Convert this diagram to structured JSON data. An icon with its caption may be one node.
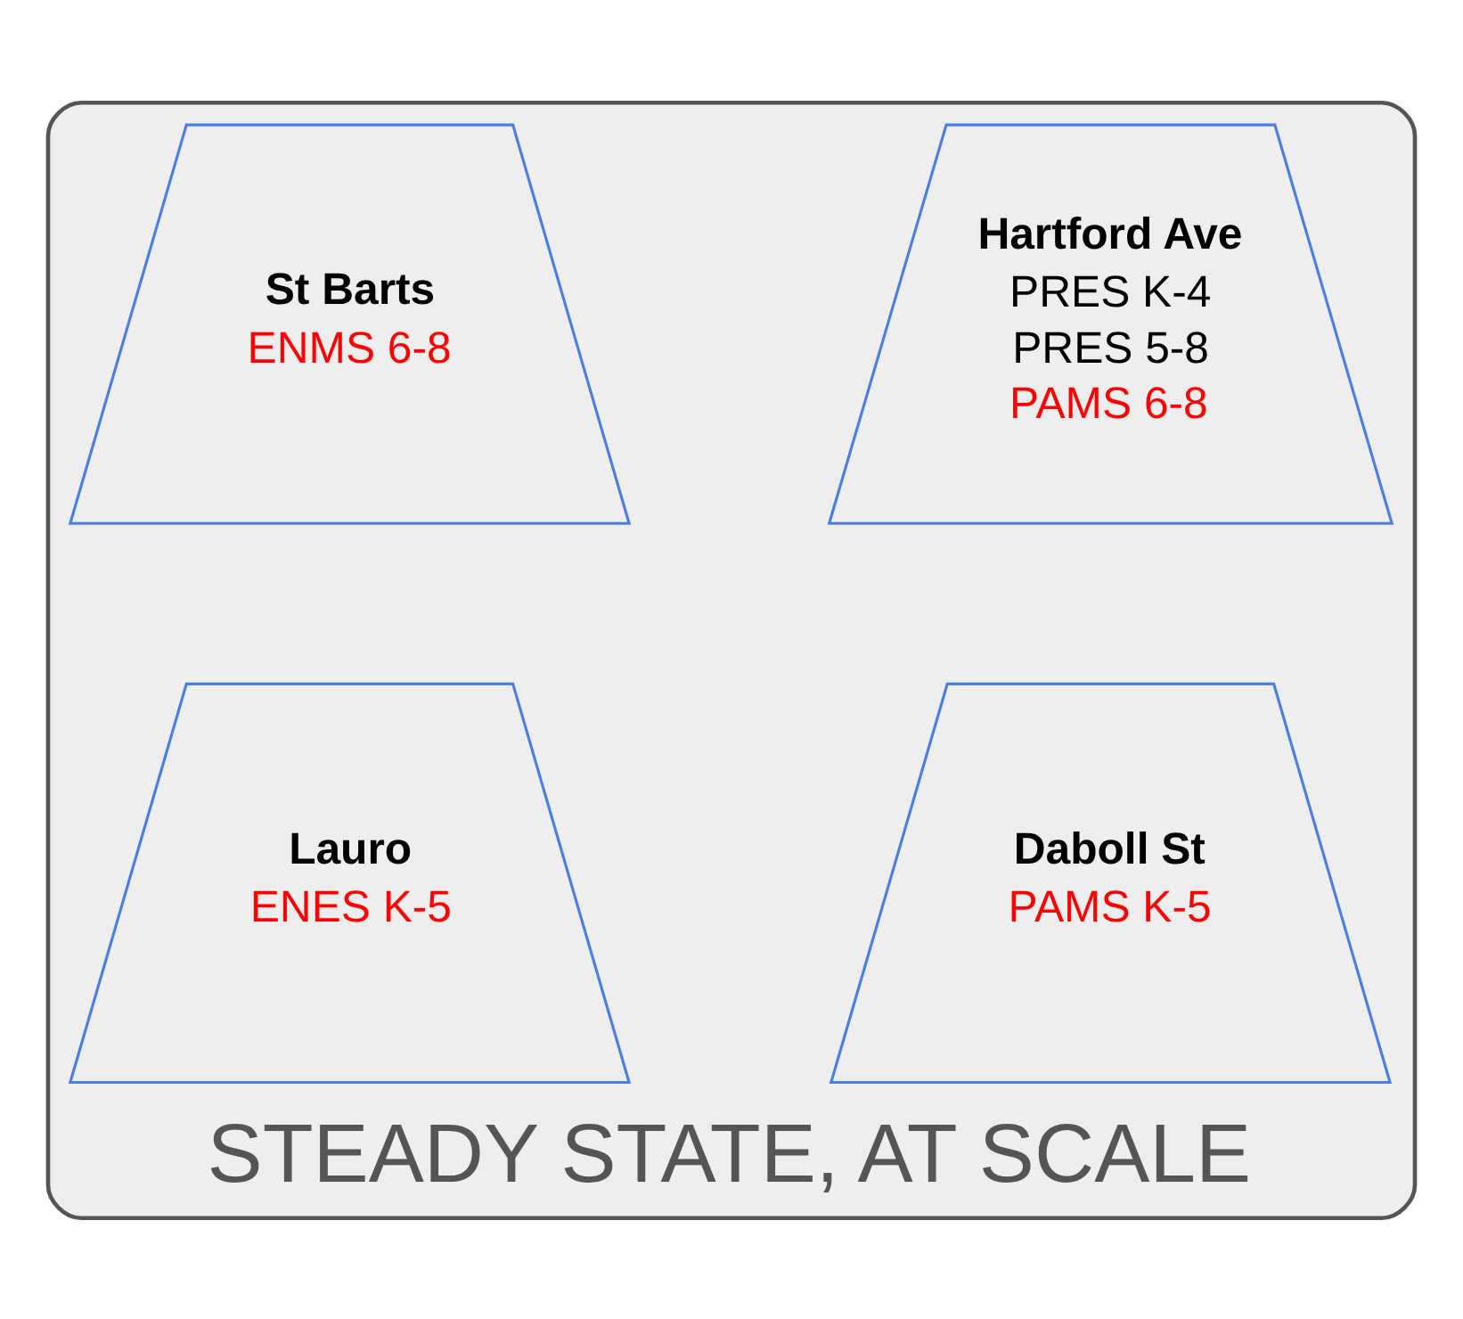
{
  "diagram": {
    "nodes": [
      {
        "text": [
          "STEADY STATE, AT SCALE"
        ]
      },
      {
        "text": [
          "Hartford Ave",
          "PRES K-4",
          "PRES 5-8",
          "PAMS 6-8"
        ],
        "in": 0
      },
      {
        "text": [
          "St Barts",
          "ENMS 6-8"
        ],
        "in": 0
      },
      {
        "text": [
          "Daboll St",
          "PAMS K-5"
        ],
        "in": 0
      },
      {
        "text": [
          "Lauro",
          "ENES K-5"
        ],
        "in": 0
      }
    ]
  }
}
